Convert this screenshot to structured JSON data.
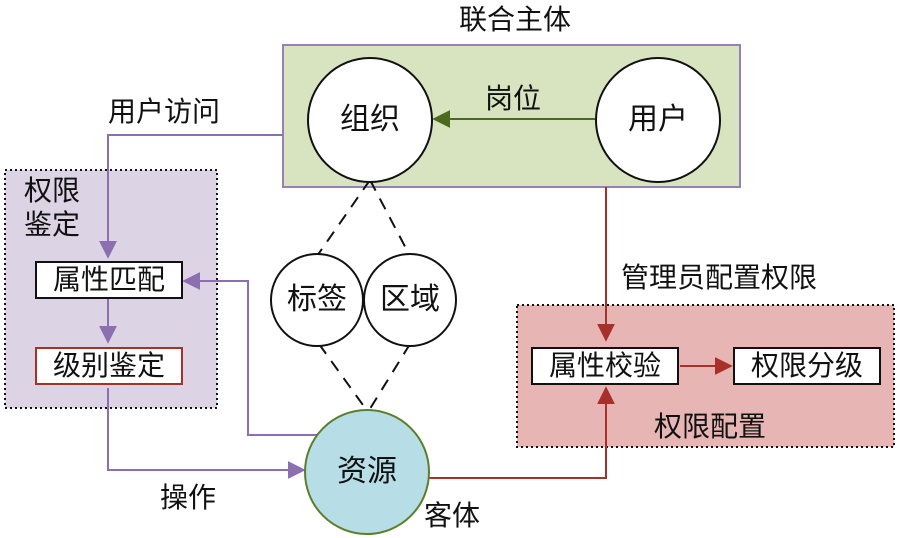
{
  "colors": {
    "federated_bg": "#d8e3bf",
    "federated_border": "#9a7fb6",
    "auth_bg": "#dcd3e4",
    "config_bg": "#e7b6b4",
    "resource_fill": "#b7dde6",
    "resource_border": "#5b7f2a",
    "purple_arrow": "#8b6fb0",
    "green_arrow": "#4c6a1d",
    "red_arrow": "#a8302b",
    "dashed": "#111111"
  },
  "labels": {
    "federated_subject": "联合主体",
    "user_access": "用户访问",
    "auth_title_line1": "权限",
    "auth_title_line2": "鉴定",
    "admin_config": "管理员配置权限",
    "permission_config": "权限配置",
    "operation": "操作",
    "object": "客体",
    "position": "岗位"
  },
  "nodes": {
    "organization": "组织",
    "user": "用户",
    "tag": "标签",
    "region": "区域",
    "resource": "资源"
  },
  "boxes": {
    "attr_match": "属性匹配",
    "level_auth": "级别鉴定",
    "attr_verify": "属性校验",
    "perm_levels": "权限分级"
  }
}
